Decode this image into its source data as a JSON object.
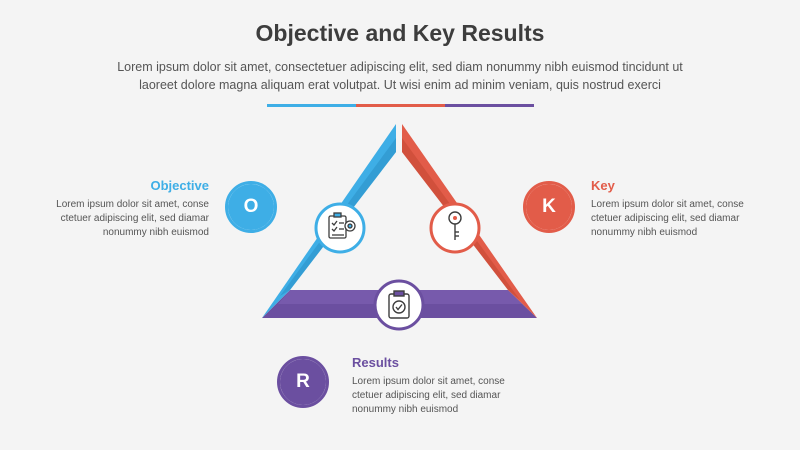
{
  "header": {
    "title": "Objective and Key Results",
    "subtitle_line1": "Lorem ipsum dolor sit amet, consectetuer adipiscing elit, sed diam nonummy nibh euismod tincidunt ut",
    "subtitle_line2": "laoreet dolore magna aliquam erat volutpat. Ut wisi enim ad minim veniam, quis nostrud exerci"
  },
  "colors": {
    "objective": "#3eaee6",
    "key": "#e25c49",
    "results": "#6b4fa0"
  },
  "objective": {
    "letter": "O",
    "label": "Objective",
    "desc_line1": "Lorem ipsum dolor sit amet, conse",
    "desc_line2": "ctetuer adipiscing elit, sed diamar",
    "desc_line3": "nonummy nibh euismod",
    "icon": "checklist-target-icon"
  },
  "key": {
    "letter": "K",
    "label": "Key",
    "desc_line1": "Lorem ipsum dolor sit amet, conse",
    "desc_line2": "ctetuer adipiscing elit, sed diamar",
    "desc_line3": "nonummy nibh euismod",
    "icon": "key-icon"
  },
  "results": {
    "letter": "R",
    "label": "Results",
    "desc_line1": "Lorem ipsum dolor sit amet, conse",
    "desc_line2": "ctetuer adipiscing elit, sed diamar",
    "desc_line3": "nonummy nibh euismod",
    "icon": "clipboard-check-icon"
  }
}
